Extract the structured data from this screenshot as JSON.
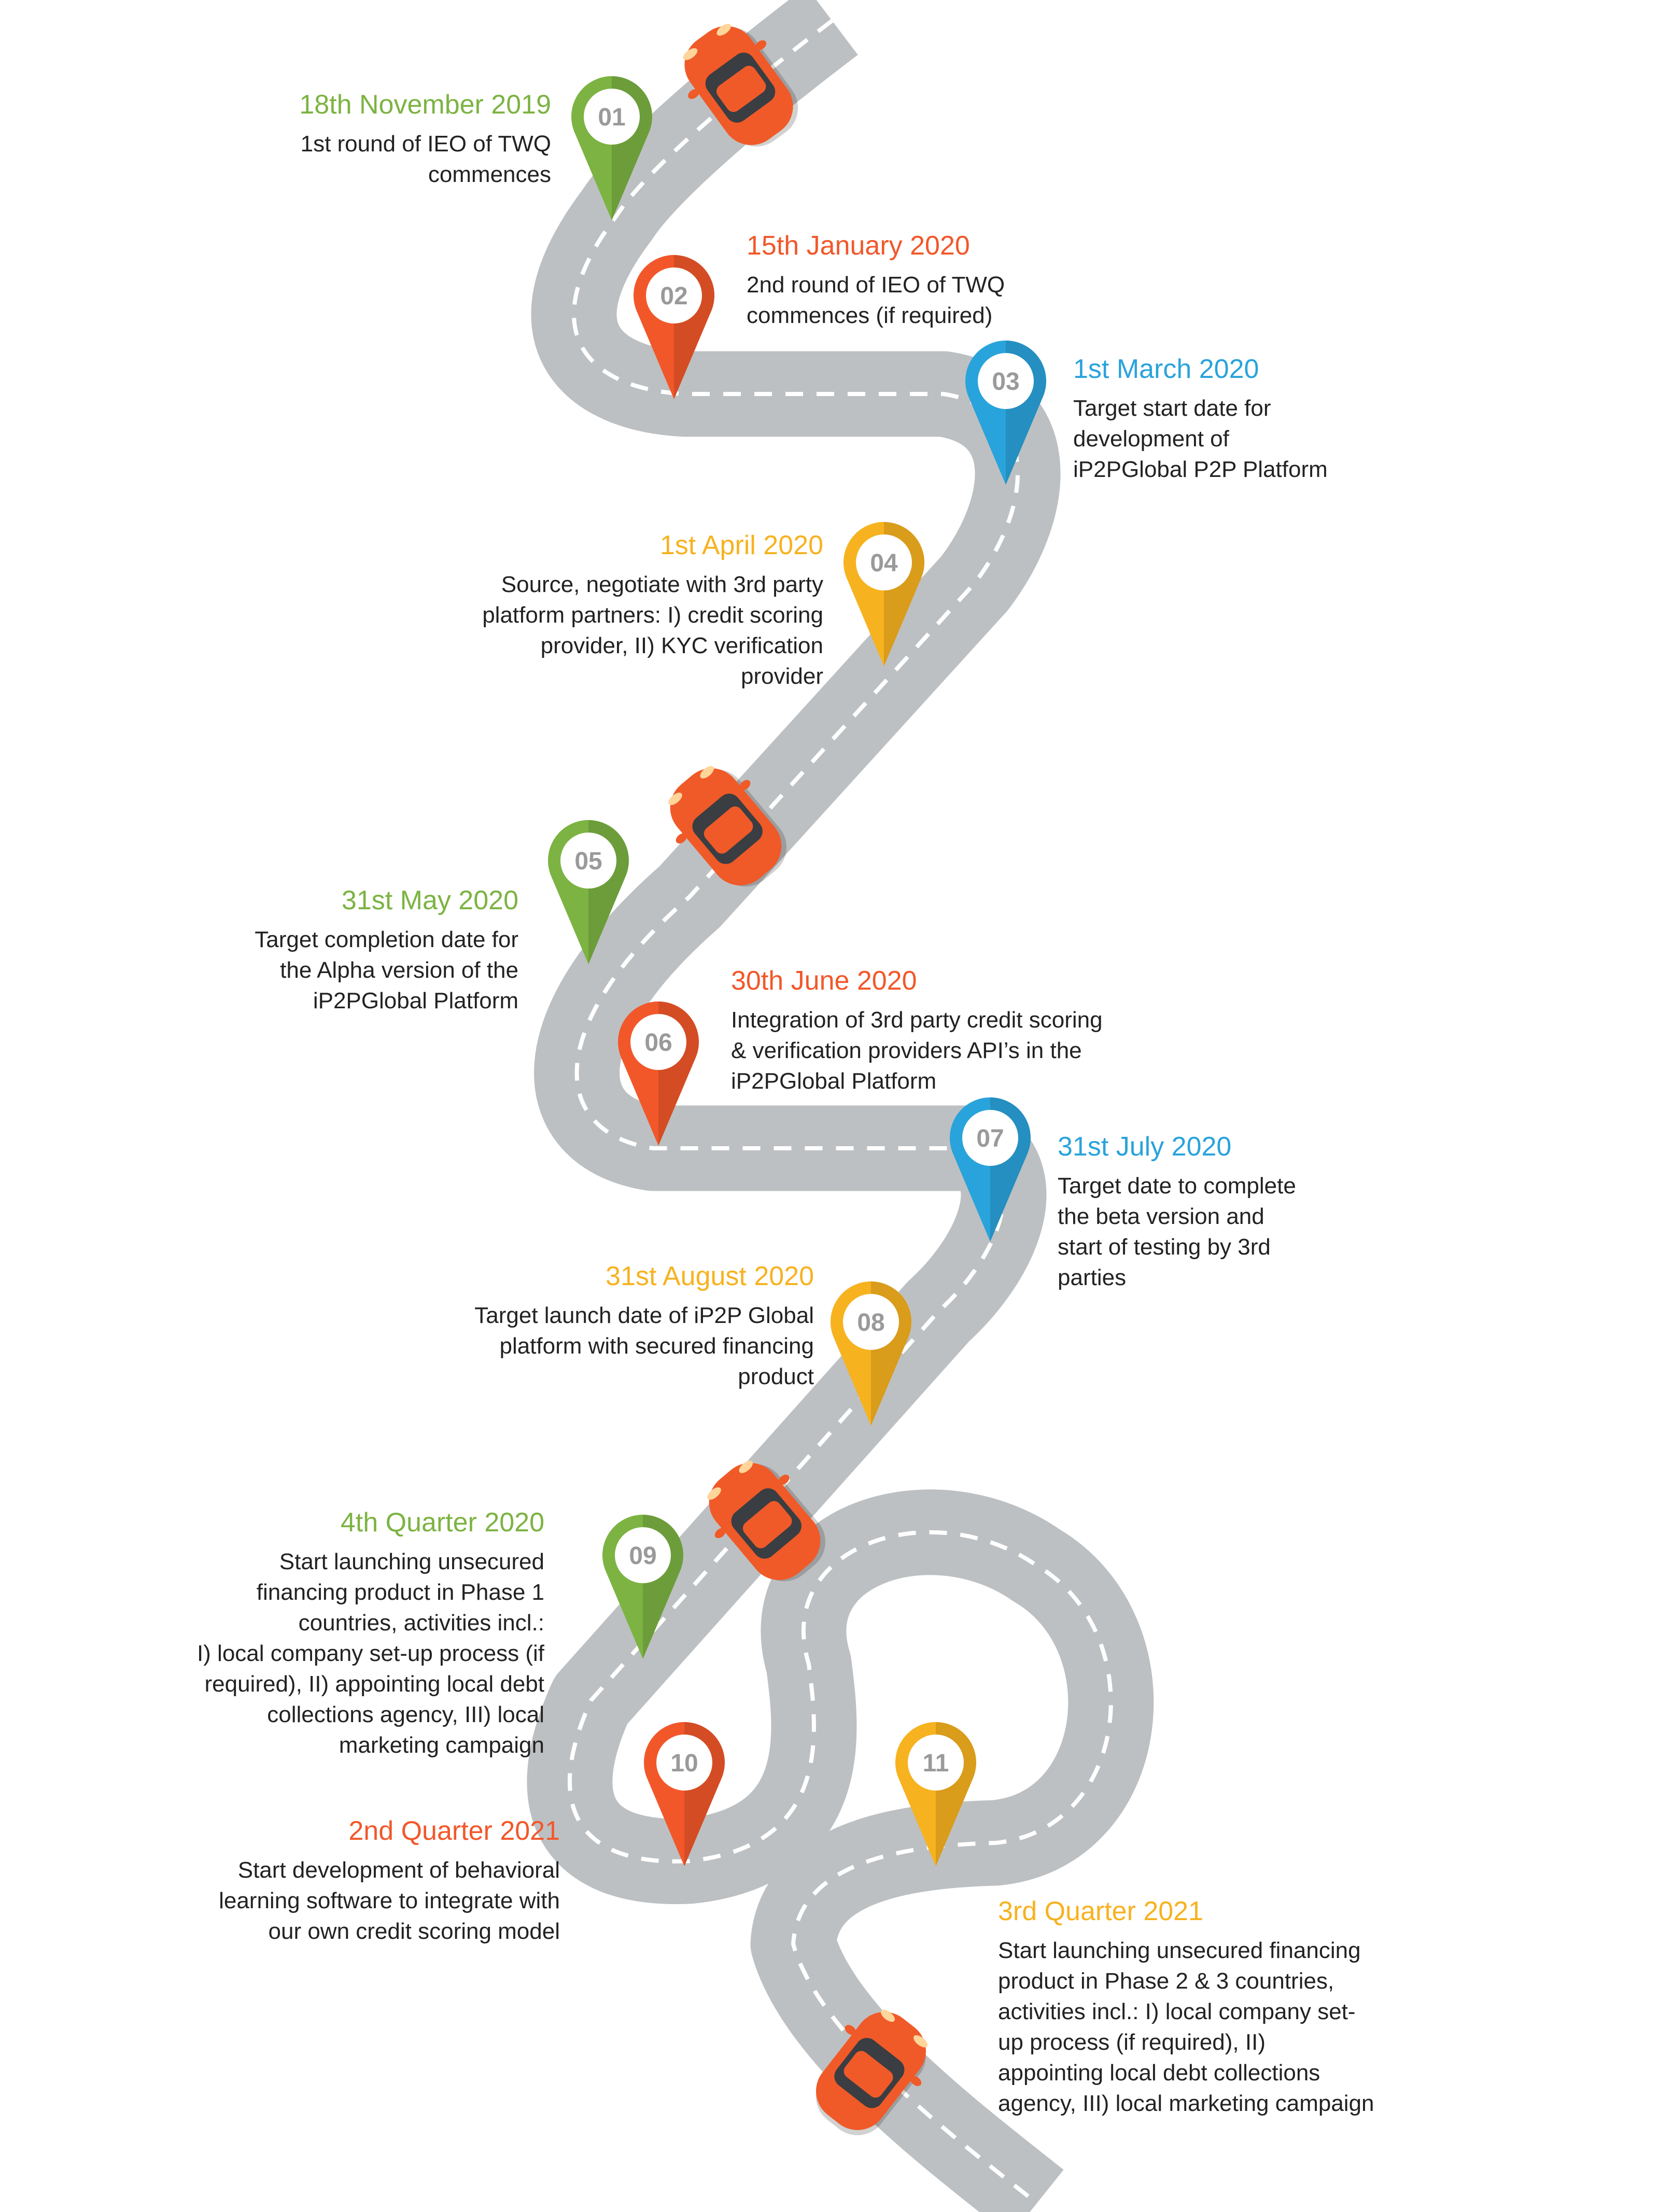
{
  "colors": {
    "green": "#7cb342",
    "orange": "#f2572a",
    "blue": "#29a3db",
    "yellow": "#f7b21f",
    "road": "#bdc0c2",
    "road_marking": "#ffffff",
    "pin_number": "#9a9a9a",
    "car_body": "#f05a28",
    "car_glass": "#3a3d42"
  },
  "milestones": [
    {
      "number": "01",
      "color": "green",
      "date": "18th November 2019",
      "description": "1st round of IEO of TWQ\ncommences"
    },
    {
      "number": "02",
      "color": "orange",
      "date": "15th January 2020",
      "description": "2nd round of IEO of TWQ\ncommences (if required)"
    },
    {
      "number": "03",
      "color": "blue",
      "date": "1st March 2020",
      "description": "Target start date for\ndevelopment of\niP2PGlobal P2P Platform"
    },
    {
      "number": "04",
      "color": "yellow",
      "date": "1st April 2020",
      "description": "Source, negotiate  with 3rd party\nplatform partners: I) credit scoring\nprovider, II) KYC verification\nprovider"
    },
    {
      "number": "05",
      "color": "green",
      "date": "31st May 2020",
      "description": "Target completion date for\nthe Alpha version of the\niP2PGlobal Platform"
    },
    {
      "number": "06",
      "color": "orange",
      "date": "30th June 2020",
      "description": "Integration of 3rd party credit scoring\n& verification providers API’s in the\niP2PGlobal Platform"
    },
    {
      "number": "07",
      "color": "blue",
      "date": "31st July 2020",
      "description": "Target date to complete\nthe beta version and\nstart of testing by 3rd\nparties"
    },
    {
      "number": "08",
      "color": "yellow",
      "date": "31st August 2020",
      "description": "Target launch date of iP2P Global\nplatform with secured financing\nproduct"
    },
    {
      "number": "09",
      "color": "green",
      "date": "4th Quarter 2020",
      "description": "Start launching unsecured\nfinancing product in Phase 1\ncountries, activities incl.:\nI) local company set-up process (if\nrequired), II) appointing local debt\ncollections agency, III) local\nmarketing campaign"
    },
    {
      "number": "10",
      "color": "orange",
      "date": "2nd Quarter 2021",
      "description": "Start development of behavioral\nlearning software to integrate with\nour own credit scoring model"
    },
    {
      "number": "11",
      "color": "yellow",
      "date": "3rd Quarter 2021",
      "description": "Start launching unsecured financing\nproduct in Phase 2 & 3 countries,\nactivities incl.:  I) local company set-\nup process (if required), II)\nappointing local debt collections\nagency, III) local marketing campaign"
    }
  ]
}
